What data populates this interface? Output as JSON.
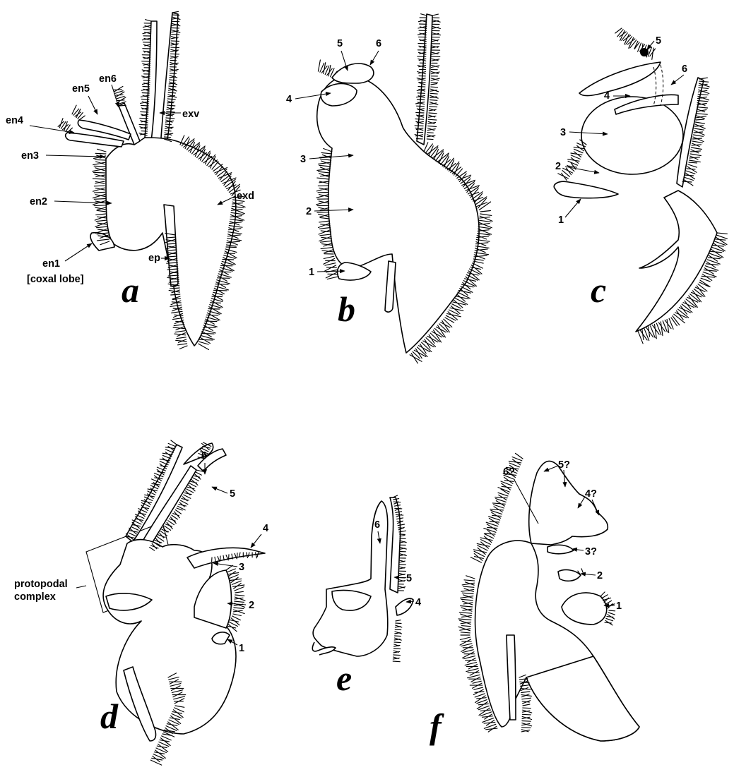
{
  "panels": {
    "a": {
      "letter": "a",
      "labels": {
        "en6": "en6",
        "en5": "en5",
        "en4": "en4",
        "en3": "en3",
        "en2": "en2",
        "en1": "en1",
        "coxal_lobe": "[coxal lobe]",
        "exv": "exv",
        "exd": "exd",
        "ep": "ep"
      }
    },
    "b": {
      "letter": "b",
      "labels": {
        "n1": "1",
        "n2": "2",
        "n3": "3",
        "n4": "4",
        "n5": "5",
        "n6": "6"
      }
    },
    "c": {
      "letter": "c",
      "labels": {
        "n1": "1",
        "n2": "2",
        "n3": "3",
        "n4": "4",
        "n5": "5",
        "n6": "6"
      }
    },
    "d": {
      "letter": "d",
      "labels": {
        "n1": "1",
        "n2": "2",
        "n3": "3",
        "n4": "4",
        "n5": "5",
        "n6": "6",
        "protopodal_line1": "protopodal",
        "protopodal_line2": "complex"
      }
    },
    "e": {
      "letter": "e",
      "labels": {
        "n4": "4",
        "n5": "5",
        "n6": "6"
      }
    },
    "f": {
      "letter": "f",
      "labels": {
        "n1": "1",
        "n2": "2",
        "n3": "3?",
        "n4": "4?",
        "n5": "5?",
        "n6": "6?"
      }
    }
  }
}
